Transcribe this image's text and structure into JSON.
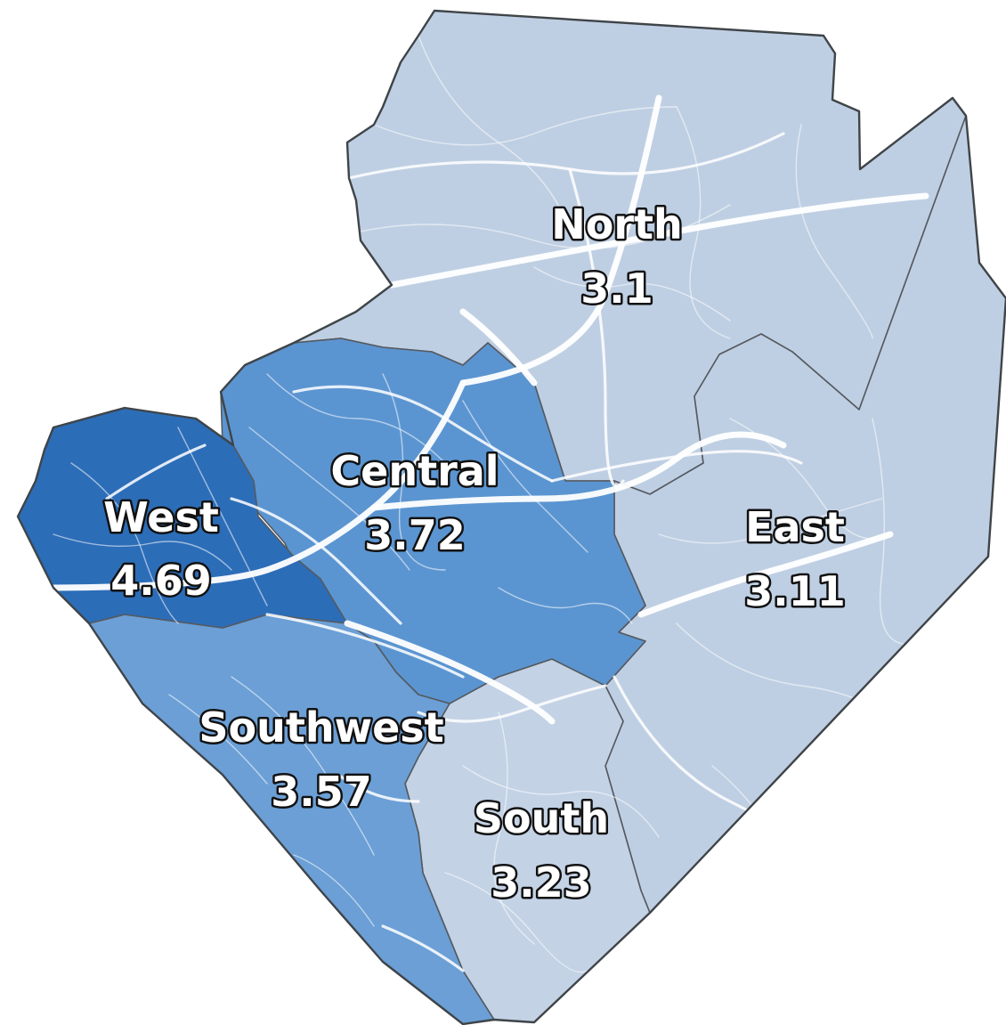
{
  "map": {
    "regions": [
      {
        "id": "north",
        "name": "North",
        "value": "3.1",
        "color": "#bfcfe3"
      },
      {
        "id": "east",
        "name": "East",
        "value": "3.11",
        "color": "#bfcfe3"
      },
      {
        "id": "central",
        "name": "Central",
        "value": "3.72",
        "color": "#5b95d1"
      },
      {
        "id": "west",
        "name": "West",
        "value": "4.69",
        "color": "#2c6db8"
      },
      {
        "id": "southwest",
        "name": "Southwest",
        "value": "3.57",
        "color": "#6b9fd6"
      },
      {
        "id": "south",
        "name": "South",
        "value": "3.23",
        "color": "#c3d2e5"
      }
    ],
    "colors": {
      "border": "#555a60",
      "roads": "#ffffff",
      "label_fill": "#ffffff",
      "label_outline": "#111111"
    }
  }
}
